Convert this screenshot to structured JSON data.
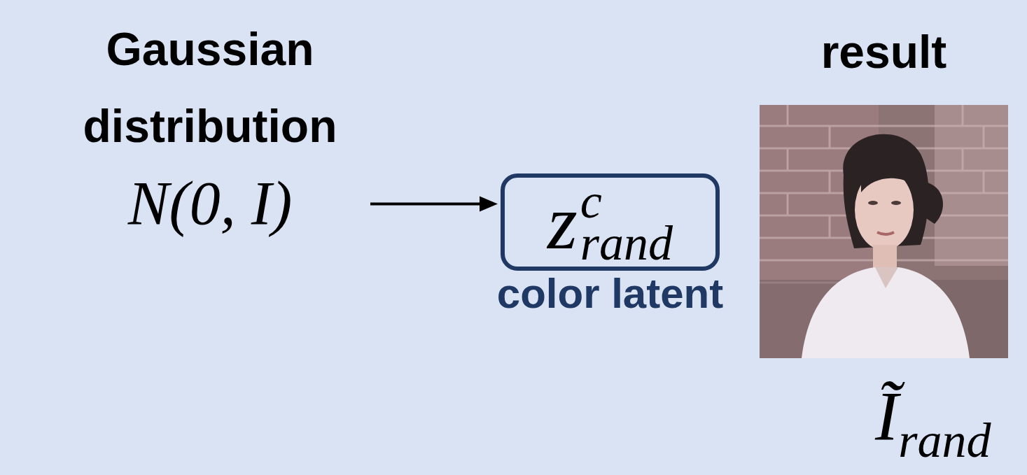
{
  "diagram": {
    "nodes": [
      {
        "text": [
          "Gaussian distribution",
          "N(0, I)"
        ]
      },
      {
        "text": [
          "z",
          "c",
          "rand",
          "color latent"
        ]
      }
    ],
    "edges": [
      {
        "from": 0,
        "to": 1,
        "arrow": "to"
      }
    ],
    "labels": [
      "result",
      "Ĩ",
      "rand"
    ]
  }
}
